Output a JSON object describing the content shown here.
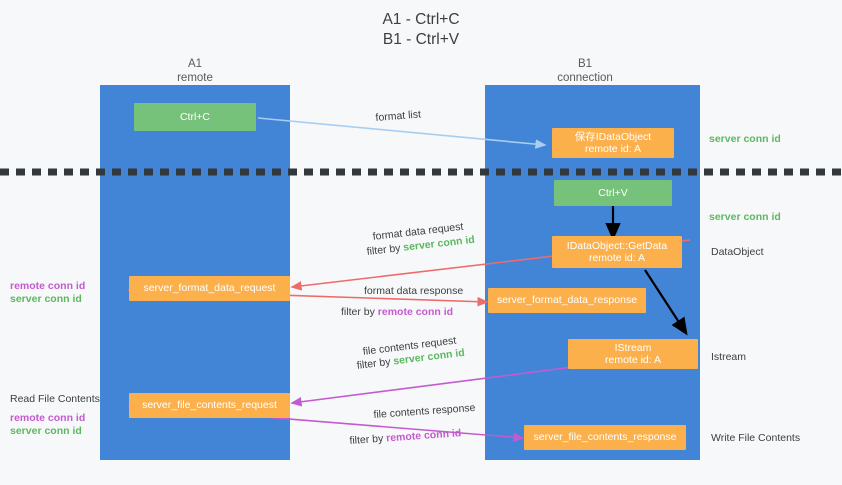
{
  "title": "A1 - Ctrl+C\nB1 - Ctrl+V",
  "colors": {
    "lane": "#4285d6",
    "green_node": "#76c27b",
    "orange_node": "#fbb04c",
    "server_conn_id": "#5cb860",
    "remote_conn_id": "#c45ad0",
    "arrow_blue": "#a8cdf0",
    "arrow_red": "#ef6a6a",
    "arrow_purple": "#c45ad0",
    "arrow_black": "#000000",
    "background": "#f7f8f9"
  },
  "lanes": [
    {
      "id": "a1",
      "header": "A1\nremote"
    },
    {
      "id": "b1",
      "header": "B1\nconnection"
    }
  ],
  "nodes": [
    {
      "id": "ctrl-c",
      "label": "Ctrl+C"
    },
    {
      "id": "save-idataobject",
      "label": "保存IDataObject\nremote id: A"
    },
    {
      "id": "ctrl-v",
      "label": "Ctrl+V"
    },
    {
      "id": "idataobject-getdata",
      "label": "IDataObject::GetData\nremote id: A"
    },
    {
      "id": "server-format-data-request",
      "label": "server_format_data_request"
    },
    {
      "id": "server-format-data-response",
      "label": "server_format_data_response"
    },
    {
      "id": "istream",
      "label": "IStream\nremote id: A"
    },
    {
      "id": "server-file-contents-request",
      "label": "server_file_contents_request"
    },
    {
      "id": "server-file-contents-response",
      "label": "server_file_contents_response"
    }
  ],
  "edge_labels": {
    "format_list": "format list",
    "format_data_request": "format data request",
    "format_data_request_filter_prefix": "filter by ",
    "format_data_request_filter_value": "server conn id",
    "format_data_response": "format data response",
    "format_data_response_filter_prefix": "filter by ",
    "format_data_response_filter_value": "remote conn id",
    "file_contents_request": "file contents request",
    "file_contents_request_filter_prefix": "filter by ",
    "file_contents_request_filter_value": "server conn id",
    "file_contents_response": "file contents response",
    "file_contents_response_filter_prefix": "filter by ",
    "file_contents_response_filter_value": "remote conn id"
  },
  "right_annotations": [
    {
      "id": "server-conn-id-top",
      "text": "server conn id",
      "style": "green"
    },
    {
      "id": "server-conn-id-second",
      "text": "server conn id",
      "style": "green"
    },
    {
      "id": "dataobject",
      "text": "DataObject",
      "style": "plain"
    },
    {
      "id": "istream-label",
      "text": "Istream",
      "style": "plain"
    },
    {
      "id": "write-file-contents",
      "text": "Write File Contents",
      "style": "plain"
    }
  ],
  "left_annotations": [
    {
      "id": "remote-conn-id-mid",
      "text": "remote conn id",
      "style": "purple"
    },
    {
      "id": "server-conn-id-mid",
      "text": "server conn id",
      "style": "green"
    },
    {
      "id": "read-file-contents",
      "text": "Read File Contents",
      "style": "plain"
    },
    {
      "id": "remote-conn-id-low",
      "text": "remote conn id",
      "style": "purple"
    },
    {
      "id": "server-conn-id-low",
      "text": "server conn id",
      "style": "green"
    }
  ]
}
